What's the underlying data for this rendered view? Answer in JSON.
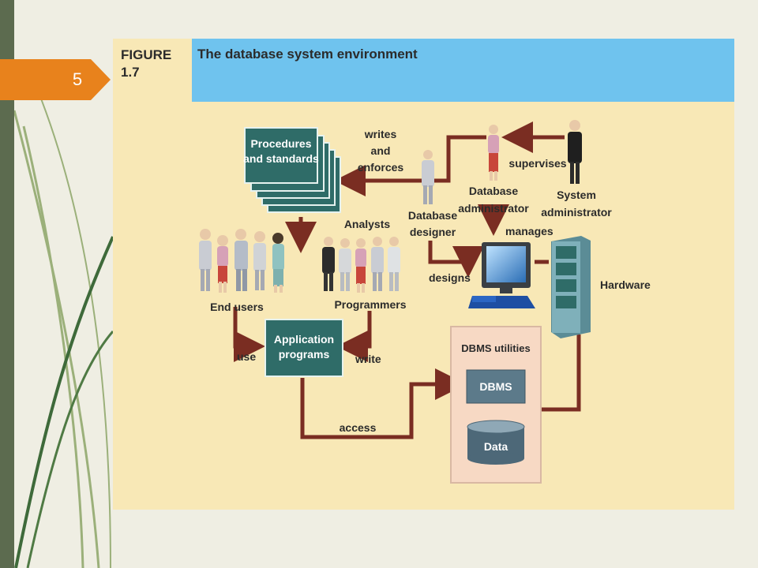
{
  "slide": {
    "number": "5"
  },
  "figure": {
    "label_line1": "FIGURE",
    "label_line2": "1.7",
    "title": "The database system environment"
  },
  "nodes": {
    "procedures_line1": "Procedures",
    "procedures_line2": "and standards",
    "app_line1": "Application",
    "app_line2": "programs",
    "dbms": "DBMS",
    "data": "Data",
    "dbms_utilities": "DBMS utilities",
    "hardware": "Hardware"
  },
  "actors": {
    "end_users": "End users",
    "analysts": "Analysts",
    "programmers": "Programmers",
    "designer_line1": "Database",
    "designer_line2": "designer",
    "dba_line1": "Database",
    "dba_line2": "administrator",
    "sysadmin_line1": "System",
    "sysadmin_line2": "administrator"
  },
  "edges": {
    "writes_line1": "writes",
    "writes_line2": "and",
    "writes_line3": "enforces",
    "supervises": "supervises",
    "manages": "manages",
    "designs": "designs",
    "use": "use",
    "write": "write",
    "access": "access"
  },
  "colors": {
    "header": "#6fc3ee",
    "body": "#f8e8b6",
    "teal": "#2f6c68",
    "arrow": "#7a2d22",
    "orange_tab": "#e8821c"
  }
}
